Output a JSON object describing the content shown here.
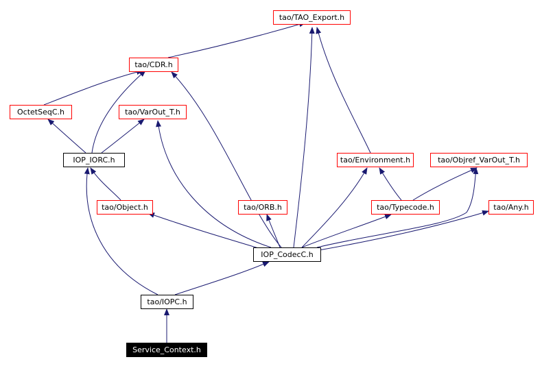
{
  "diagram": {
    "nodes": [
      {
        "id": "tao_export",
        "label": "tao/TAO_Export.h",
        "kind": "external"
      },
      {
        "id": "cdr",
        "label": "tao/CDR.h",
        "kind": "external"
      },
      {
        "id": "octetseq",
        "label": "OctetSeqC.h",
        "kind": "external"
      },
      {
        "id": "varout",
        "label": "tao/VarOut_T.h",
        "kind": "external"
      },
      {
        "id": "iop_iorc",
        "label": "IOP_IORC.h",
        "kind": "documented"
      },
      {
        "id": "environment",
        "label": "tao/Environment.h",
        "kind": "external"
      },
      {
        "id": "objref_varout",
        "label": "tao/Objref_VarOut_T.h",
        "kind": "external"
      },
      {
        "id": "object",
        "label": "tao/Object.h",
        "kind": "external"
      },
      {
        "id": "orb",
        "label": "tao/ORB.h",
        "kind": "external"
      },
      {
        "id": "typecode",
        "label": "tao/Typecode.h",
        "kind": "external"
      },
      {
        "id": "any",
        "label": "tao/Any.h",
        "kind": "external"
      },
      {
        "id": "iop_codecc",
        "label": "IOP_CodecC.h",
        "kind": "documented"
      },
      {
        "id": "iopc",
        "label": "tao/IOPC.h",
        "kind": "documented"
      },
      {
        "id": "service_context",
        "label": "Service_Context.h",
        "kind": "root"
      }
    ],
    "edges": [
      {
        "from": "cdr",
        "to": "tao_export"
      },
      {
        "from": "environment",
        "to": "tao_export"
      },
      {
        "from": "iop_codecc",
        "to": "tao_export"
      },
      {
        "from": "octetseq",
        "to": "cdr"
      },
      {
        "from": "iop_iorc",
        "to": "cdr"
      },
      {
        "from": "iop_codecc",
        "to": "cdr"
      },
      {
        "from": "iop_iorc",
        "to": "octetseq"
      },
      {
        "from": "iop_iorc",
        "to": "varout"
      },
      {
        "from": "iop_codecc",
        "to": "varout"
      },
      {
        "from": "object",
        "to": "iop_iorc"
      },
      {
        "from": "iopc",
        "to": "iop_iorc"
      },
      {
        "from": "iop_codecc",
        "to": "environment"
      },
      {
        "from": "typecode",
        "to": "environment"
      },
      {
        "from": "typecode",
        "to": "objref_varout"
      },
      {
        "from": "iop_codecc",
        "to": "objref_varout"
      },
      {
        "from": "iop_codecc",
        "to": "object"
      },
      {
        "from": "iop_codecc",
        "to": "orb"
      },
      {
        "from": "iop_codecc",
        "to": "typecode"
      },
      {
        "from": "iop_codecc",
        "to": "any"
      },
      {
        "from": "iopc",
        "to": "iop_codecc"
      },
      {
        "from": "service_context",
        "to": "iopc"
      }
    ]
  },
  "colors": {
    "external_border": "#ff0000",
    "documented_border": "#000000",
    "root_fill": "#000000",
    "root_text": "#ffffff",
    "edge": "#191970"
  }
}
